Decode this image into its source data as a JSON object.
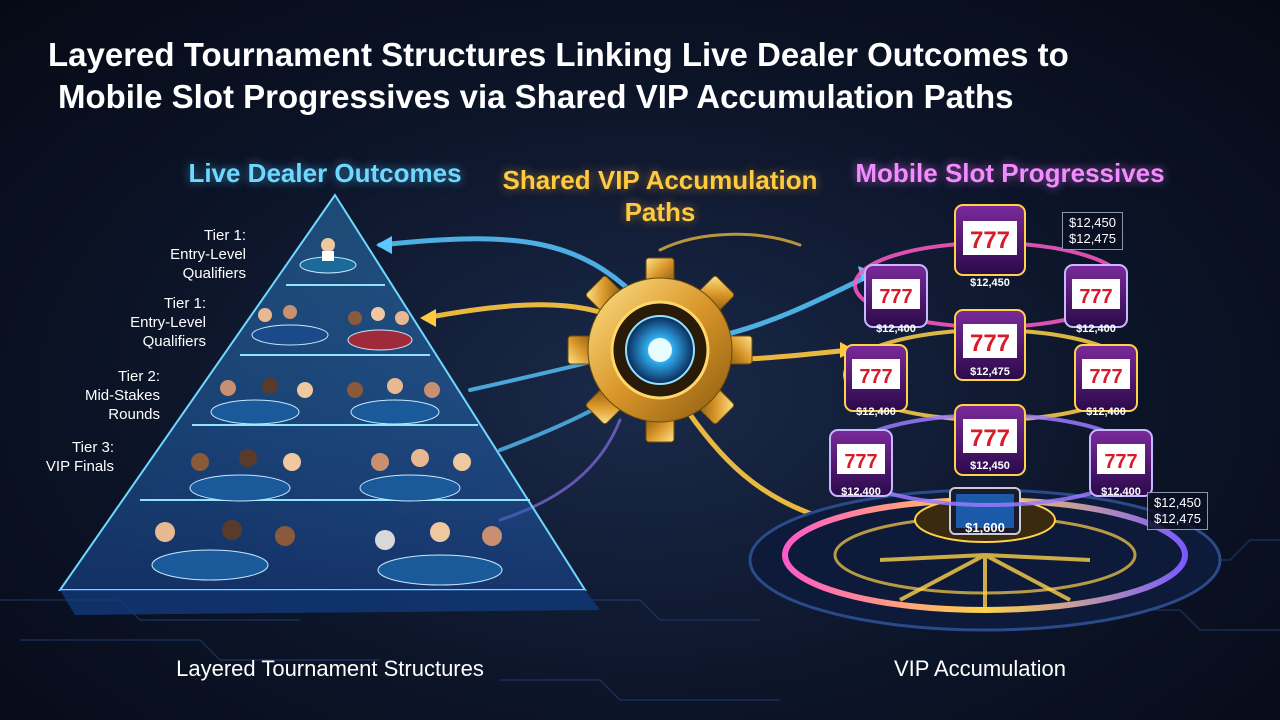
{
  "title": {
    "line1": "Layered Tournament Structures Linking Live Dealer Outcomes to",
    "line2": "Mobile Slot Progressives via Shared VIP Accumulation Paths"
  },
  "sections": {
    "live_dealer": "Live Dealer Outcomes",
    "shared_vip": "Shared VIP Accumulation Paths",
    "mobile_slots": "Mobile Slot Progressives"
  },
  "tiers": [
    {
      "line1": "Tier 1:",
      "line2": "Entry-Level",
      "line3": "Qualifiers"
    },
    {
      "line1": "Tier 1:",
      "line2": "Entry-Level",
      "line3": "Qualifiers"
    },
    {
      "line1": "Tier 2:",
      "line2": "Mid-Stakes",
      "line3": "Rounds"
    },
    {
      "line1": "Tier 3:",
      "line2": "VIP Finals",
      "line3": ""
    }
  ],
  "price_tags": {
    "top": {
      "a": "$12,450",
      "b": "$12,475"
    },
    "bottom": {
      "a": "$12,450",
      "b": "$12,475"
    }
  },
  "slot_amounts": {
    "top": "$12,450",
    "left_upper": "$12,400",
    "right_upper": "$12,400",
    "center": "$12,475",
    "left_mid": "$12,400",
    "right_mid": "$12,400",
    "center_low": "$12,450",
    "left_low": "$12,400",
    "right_low": "$12,400",
    "terminal": "$1,600"
  },
  "bottom_labels": {
    "left": "Layered Tournament Structures",
    "right": "VIP Accumulation"
  },
  "colors": {
    "live_accent": "#6fd8ff",
    "vip_accent": "#ffc940",
    "slot_accent": "#f28cff",
    "background": "#0c1428"
  },
  "icons": [
    "gear-icon",
    "pyramid-icon",
    "slot-machine-icon",
    "dealer-table-icon",
    "vip-platform-icon"
  ]
}
